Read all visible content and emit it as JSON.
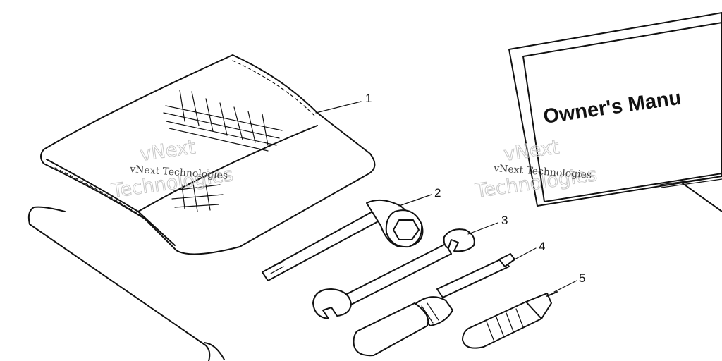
{
  "diagram": {
    "manual_cover_text": "Owner's Manu",
    "callouts": [
      {
        "number": "1",
        "part": "tool-pouch"
      },
      {
        "number": "2",
        "part": "spark-plug-wrench"
      },
      {
        "number": "3",
        "part": "open-end-wrench"
      },
      {
        "number": "4",
        "part": "screwdriver"
      },
      {
        "number": "5",
        "part": "screwdriver-handle-bit"
      }
    ],
    "watermark": {
      "small": "vNext Technologies",
      "big_line1": "vNext",
      "big_line2": "Technologies"
    },
    "line_color": "#111111",
    "background_color": "#ffffff",
    "watermark_color": "#c8c8c8"
  }
}
